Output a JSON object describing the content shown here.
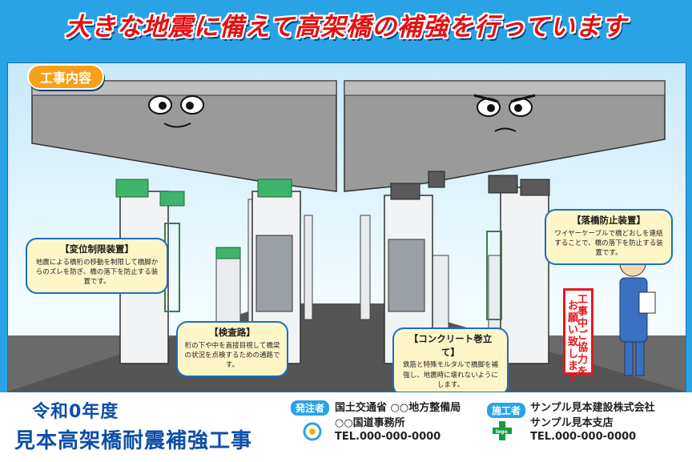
{
  "headline": "大きな地震に備えて高架橋の補強を行っています",
  "section_tag": "工事内容",
  "callouts": [
    {
      "title": "変位制限装置",
      "body": "地震による橋桁の移動を制限して橋脚からのズレを防ぎ、橋の落下を防止する装置です。"
    },
    {
      "title": "検査路",
      "body": "桁の下や中を直接目視して橋梁の状況を点検するための通路です。"
    },
    {
      "title": "コンクリート巻立て",
      "body": "鉄筋と特殊モルタルで橋脚を補強し、地震時に壊れないようにします。"
    },
    {
      "title": "落橋防止装置",
      "body": "ワイヤーケーブルで橋どおしを連結することで、橋の落下を防止する装置です。"
    }
  ],
  "sign": {
    "line1": "工事中ご協力を",
    "line2": "お願い致します"
  },
  "project": {
    "year": "令和0年度",
    "name": "見本高架橋耐震補強工事"
  },
  "orderer": {
    "badge": "発注者",
    "line1": "国土交通省 ○○地方整備局",
    "line2": "○○国道事務所",
    "tel": "TEL.000-000-0000"
  },
  "contractor": {
    "badge": "施工者",
    "logo": "logo",
    "line1": "サンプル見本建設株式会社",
    "line2": "サンプル見本支店",
    "tel": "TEL.000-000-0000"
  },
  "colors": {
    "headline": "#e60f12",
    "frame": "#2aa3e6",
    "project_text": "#0d4fa8",
    "callout_border": "#1a6fc2",
    "callout_fill": "#fff6c8"
  }
}
